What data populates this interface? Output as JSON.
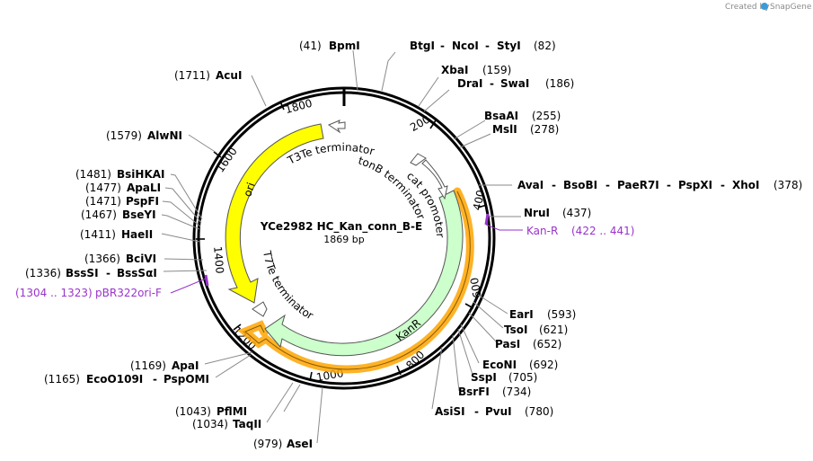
{
  "header": {
    "created_by": "Created by",
    "brand": "SnapGene"
  },
  "plasmid": {
    "name": "YCe2982 HC_Kan_conn_B-E",
    "length_label": "1869 bp"
  },
  "colors": {
    "ori": "#ffff00",
    "kanr": "#ccffcc",
    "kanr_highlight": "#ffa500",
    "primer": "#9933cc",
    "terminator": "#ffffff",
    "backbone": "#000000"
  },
  "ticks": [
    "200",
    "400",
    "600",
    "800",
    "1000",
    "1200",
    "1400",
    "1600",
    "1800"
  ],
  "features": {
    "ori": "ori",
    "kanr": "KanR",
    "t3te": "T3Te terminator",
    "tonb": "tonB terminator",
    "cat": "cat promoter",
    "t7te": "T7Te terminator"
  },
  "primers": [
    {
      "name": "Kan-R",
      "pos": "(422 .. 441)"
    },
    {
      "name": "pBR322ori-F",
      "pos": "(1304 .. 1323)"
    }
  ],
  "sites": [
    {
      "pos": "(41)",
      "names": [
        "BpmI"
      ]
    },
    {
      "pos": "(82)",
      "names": [
        "BtgI",
        "NcoI",
        "StyI"
      ]
    },
    {
      "pos": "(159)",
      "names": [
        "XbaI"
      ]
    },
    {
      "pos": "(186)",
      "names": [
        "DraI",
        "SwaI"
      ]
    },
    {
      "pos": "(255)",
      "names": [
        "BsaAI"
      ]
    },
    {
      "pos": "(278)",
      "names": [
        "MslI"
      ]
    },
    {
      "pos": "(378)",
      "names": [
        "AvaI",
        "BsoBI",
        "PaeR7I",
        "PspXI",
        "XhoI"
      ]
    },
    {
      "pos": "(437)",
      "names": [
        "NruI"
      ]
    },
    {
      "pos": "(593)",
      "names": [
        "EarI"
      ]
    },
    {
      "pos": "(621)",
      "names": [
        "TsoI"
      ]
    },
    {
      "pos": "(652)",
      "names": [
        "PasI"
      ]
    },
    {
      "pos": "(692)",
      "names": [
        "EcoNI"
      ]
    },
    {
      "pos": "(705)",
      "names": [
        "SspI"
      ]
    },
    {
      "pos": "(734)",
      "names": [
        "BsrFI"
      ]
    },
    {
      "pos": "(780)",
      "names": [
        "AsiSI",
        "PvuI"
      ]
    },
    {
      "pos": "(979)",
      "names": [
        "AseI"
      ]
    },
    {
      "pos": "(1034)",
      "names": [
        "TaqII"
      ]
    },
    {
      "pos": "(1043)",
      "names": [
        "PflMI"
      ]
    },
    {
      "pos": "(1165)",
      "names": [
        "EcoO109I",
        "PspOMI"
      ]
    },
    {
      "pos": "(1169)",
      "names": [
        "ApaI"
      ]
    },
    {
      "pos": "(1304 .. 1323)",
      "names": []
    },
    {
      "pos": "(1336)",
      "names": [
        "BssSI",
        "BssSαI"
      ]
    },
    {
      "pos": "(1366)",
      "names": [
        "BciVI"
      ]
    },
    {
      "pos": "(1411)",
      "names": [
        "HaeII"
      ]
    },
    {
      "pos": "(1467)",
      "names": [
        "BseYI"
      ]
    },
    {
      "pos": "(1471)",
      "names": [
        "PspFI"
      ]
    },
    {
      "pos": "(1477)",
      "names": [
        "ApaLI"
      ]
    },
    {
      "pos": "(1481)",
      "names": [
        "BsiHKAI"
      ]
    },
    {
      "pos": "(1579)",
      "names": [
        "AlwNI"
      ]
    },
    {
      "pos": "(1711)",
      "names": [
        "AcuI"
      ]
    }
  ]
}
